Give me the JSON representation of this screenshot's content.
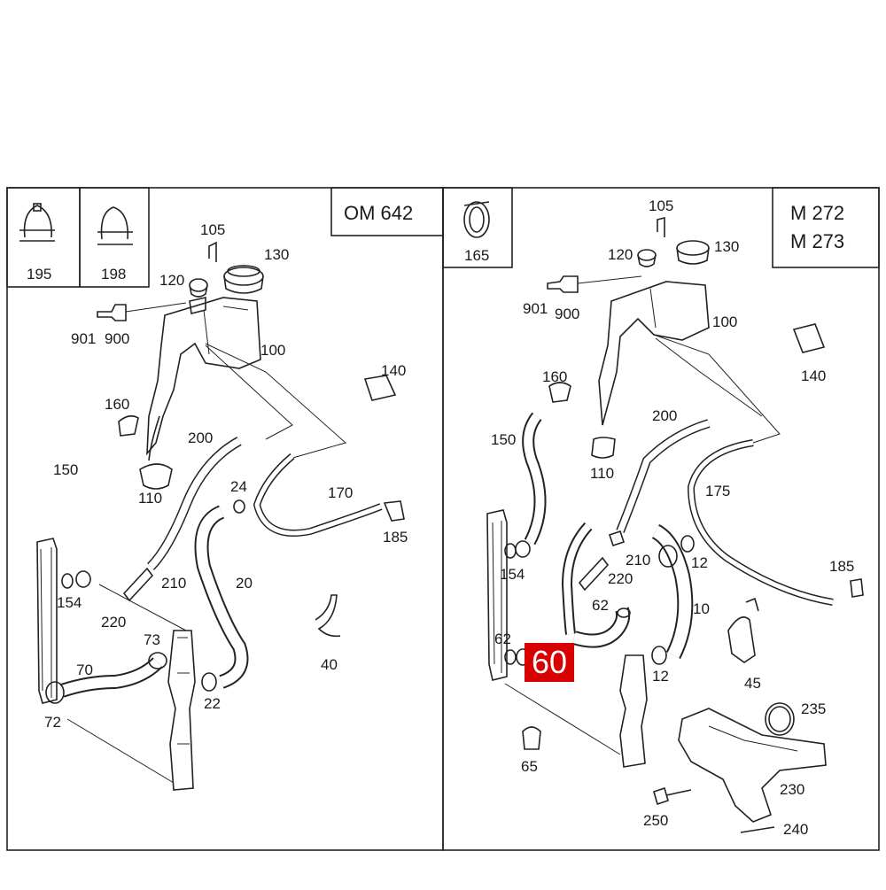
{
  "panels": {
    "left": {
      "engine": "OM 642"
    },
    "right": {
      "engine_line1": "M 272",
      "engine_line2": "M 273"
    }
  },
  "highlight": {
    "label": "60",
    "color": "#d80000"
  },
  "labels": {
    "left": [
      "195",
      "198",
      "105",
      "130",
      "120",
      "901",
      "900",
      "100",
      "140",
      "160",
      "200",
      "150",
      "110",
      "24",
      "170",
      "185",
      "210",
      "20",
      "154",
      "220",
      "73",
      "70",
      "40",
      "22",
      "72"
    ],
    "right": [
      "165",
      "105",
      "130",
      "120",
      "901",
      "900",
      "100",
      "140",
      "160",
      "200",
      "150",
      "110",
      "175",
      "185",
      "210",
      "12",
      "154",
      "220",
      "62",
      "10",
      "62",
      "12",
      "45",
      "235",
      "65",
      "230",
      "250",
      "240"
    ]
  }
}
